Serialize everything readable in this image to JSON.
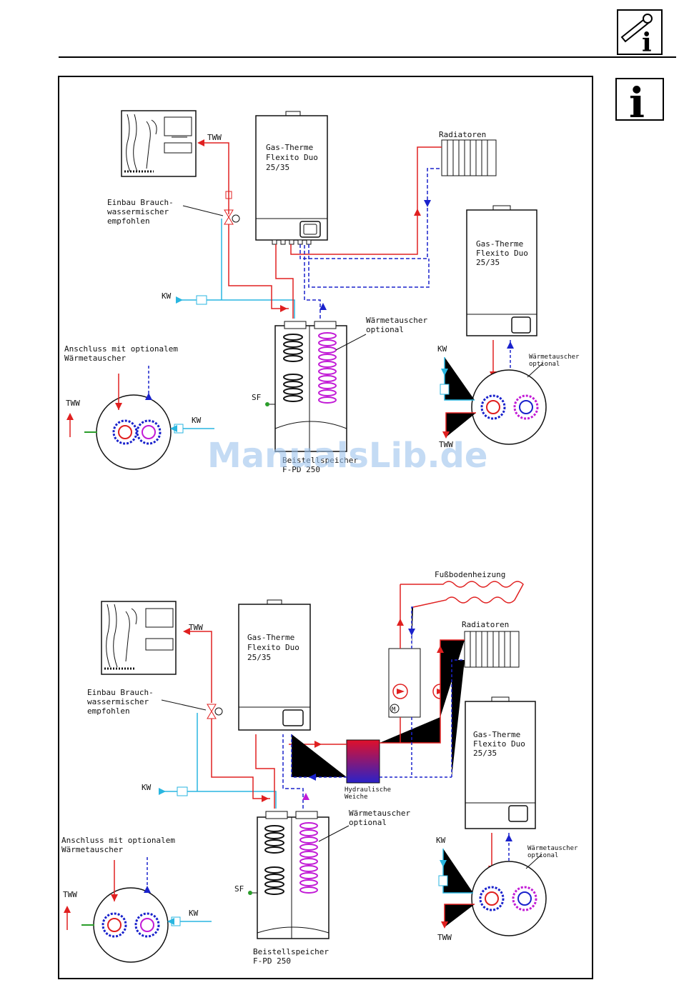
{
  "watermark": "ManualsLib.de",
  "icons": {
    "wrench_info": "wrench-info-icon",
    "info": "info-icon",
    "info_letter": "i"
  },
  "colors": {
    "hot": "#e02020",
    "cold": "#29b6e0",
    "return": "#1a22cc",
    "coil": "#c21bd6",
    "green": "#2a9d2a",
    "line": "#111111"
  },
  "top": {
    "boiler_text": [
      "Gas-Therme",
      "Flexito Duo",
      "25/35"
    ],
    "radiatoren": "Radiatoren",
    "tww": "TWW",
    "mixer_text": [
      "Einbau Brauch-",
      "wassermischer",
      "empfohlen"
    ],
    "kw": "KW",
    "sf": "SF",
    "tank_text": [
      "Beistellspeicher",
      "F-PD 250"
    ],
    "hx_text": [
      "Wärmetauscher",
      "optional"
    ],
    "conn_text": [
      "Anschluss mit optionalem",
      "Wärmetauscher"
    ],
    "left_tww": "TWW",
    "left_kw": "KW",
    "right_boiler_text": [
      "Gas-Therme",
      "Flexito Duo",
      "25/35"
    ],
    "right_kw": "KW",
    "right_tww": "TWW",
    "right_hx_text": [
      "Wärmetauscher",
      "optional"
    ]
  },
  "bottom": {
    "boiler_text": [
      "Gas-Therme",
      "Flexito Duo",
      "25/35"
    ],
    "radiatoren": "Radiatoren",
    "floor": "Fußbodenheizung",
    "tww": "TWW",
    "mixer_text": [
      "Einbau Brauch-",
      "wassermischer",
      "empfohlen"
    ],
    "kw": "KW",
    "sf": "SF",
    "tank_text": [
      "Beistellspeicher",
      "F-PD 250"
    ],
    "hx_text": [
      "Wärmetauscher",
      "optional"
    ],
    "conn_text": [
      "Anschluss mit optionalem",
      "Wärmetauscher"
    ],
    "left_tww": "TWW",
    "left_kw": "KW",
    "weiche_text": [
      "Hydraulische",
      "Weiche"
    ],
    "motor": "M",
    "right_boiler_text": [
      "Gas-Therme",
      "Flexito Duo",
      "25/35"
    ],
    "right_kw": "KW",
    "right_tww": "TWW",
    "right_hx_text": [
      "Wärmetauscher",
      "optional"
    ]
  }
}
